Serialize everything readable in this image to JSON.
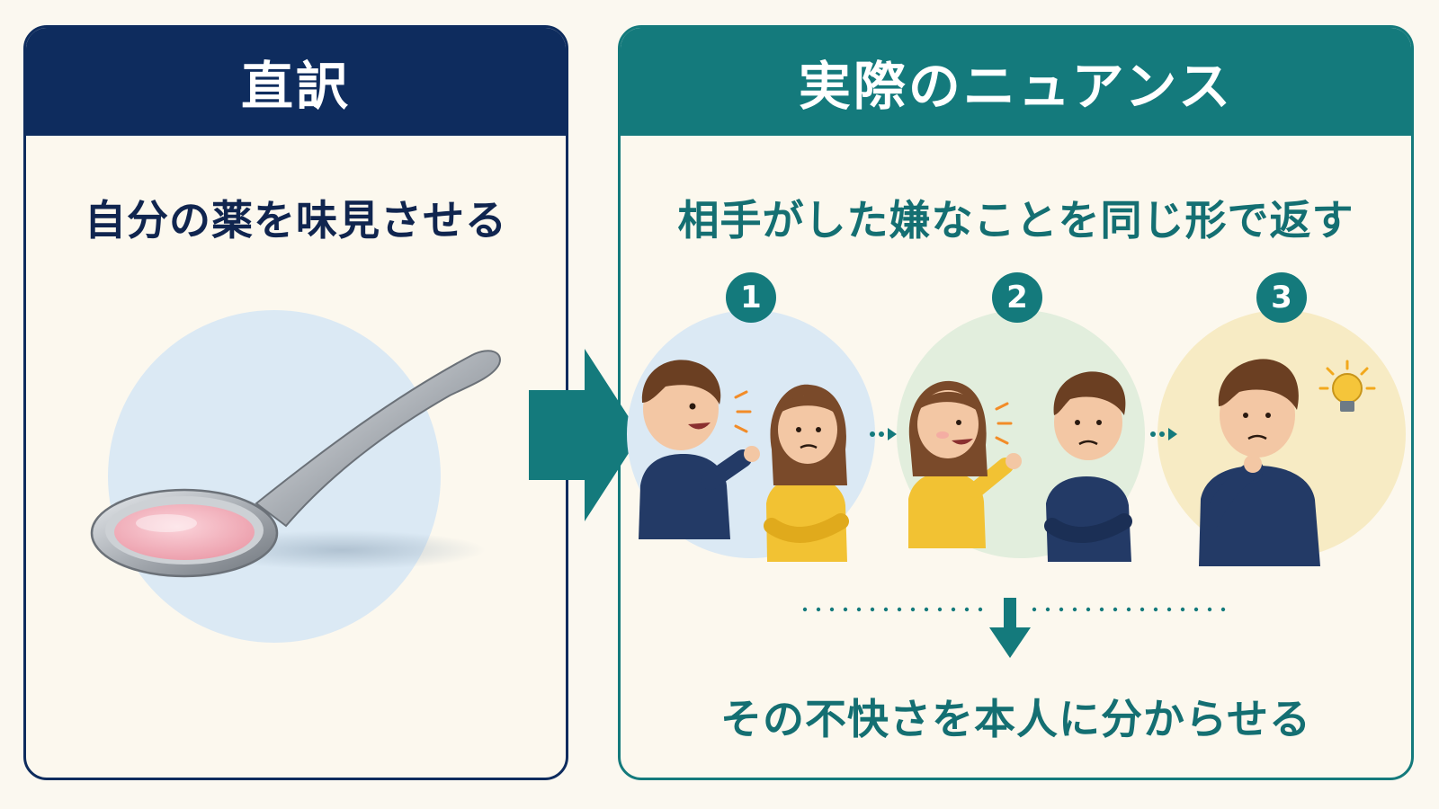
{
  "left": {
    "header": "直訳",
    "subtitle": "自分の薬を味見させる"
  },
  "right": {
    "header": "実際のニュアンス",
    "subtitle": "相手がした嫌なことを同じ形で返す",
    "steps": [
      {
        "number": "1",
        "circle_color": "#dbe9f4"
      },
      {
        "number": "2",
        "circle_color": "#e2eedd"
      },
      {
        "number": "3",
        "circle_color": "#f7ebc4"
      }
    ],
    "conclusion": "その不快さを本人に分からせる"
  },
  "colors": {
    "navy": "#0e2c5e",
    "teal": "#147a7c",
    "background": "#fbf8f0",
    "medicine_pink": "#f0a8b4",
    "shirt_navy": "#233a66",
    "shirt_yellow": "#f2c233",
    "hair_brown": "#6b3f22"
  },
  "icons": [
    "spoon-icon",
    "arrow-right-icon",
    "arrow-down-icon",
    "lightbulb-icon"
  ]
}
